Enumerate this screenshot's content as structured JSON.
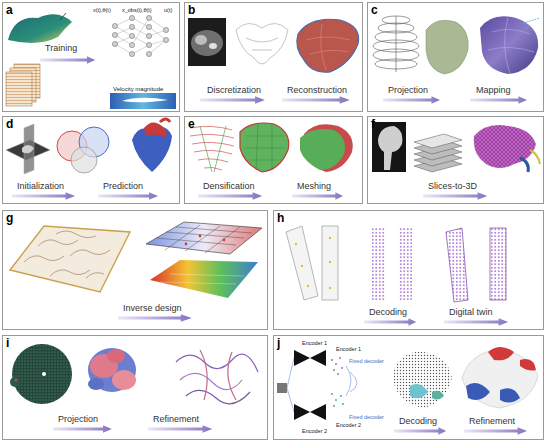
{
  "diagram": {
    "nodes": [
      {
        "text": [
          "a",
          "Training",
          "x(t),θ(t)",
          "x_obs(t),θ(t)",
          "u(t)",
          "Velocity magnitude"
        ]
      },
      {
        "text": [
          "b",
          "Discretization",
          "Reconstruction"
        ]
      },
      {
        "text": [
          "c",
          "Projection",
          "Mapping"
        ]
      },
      {
        "text": [
          "d",
          "Initialization",
          "Prediction"
        ]
      },
      {
        "text": [
          "e",
          "Densification",
          "Meshing"
        ]
      },
      {
        "text": [
          "f",
          "Slices-to-3D"
        ]
      },
      {
        "text": [
          "g",
          "Inverse design"
        ]
      },
      {
        "text": [
          "h",
          "Decoding",
          "Digital twin"
        ]
      },
      {
        "text": [
          "i",
          "Projection",
          "Refinement"
        ]
      },
      {
        "text": [
          "j",
          "Encoder 1",
          "Encoder 1",
          "Fixed decoder",
          "Decoding",
          "Refinement",
          "Encoder 2",
          "Encoder 2",
          "Fixed decoder"
        ]
      }
    ]
  }
}
